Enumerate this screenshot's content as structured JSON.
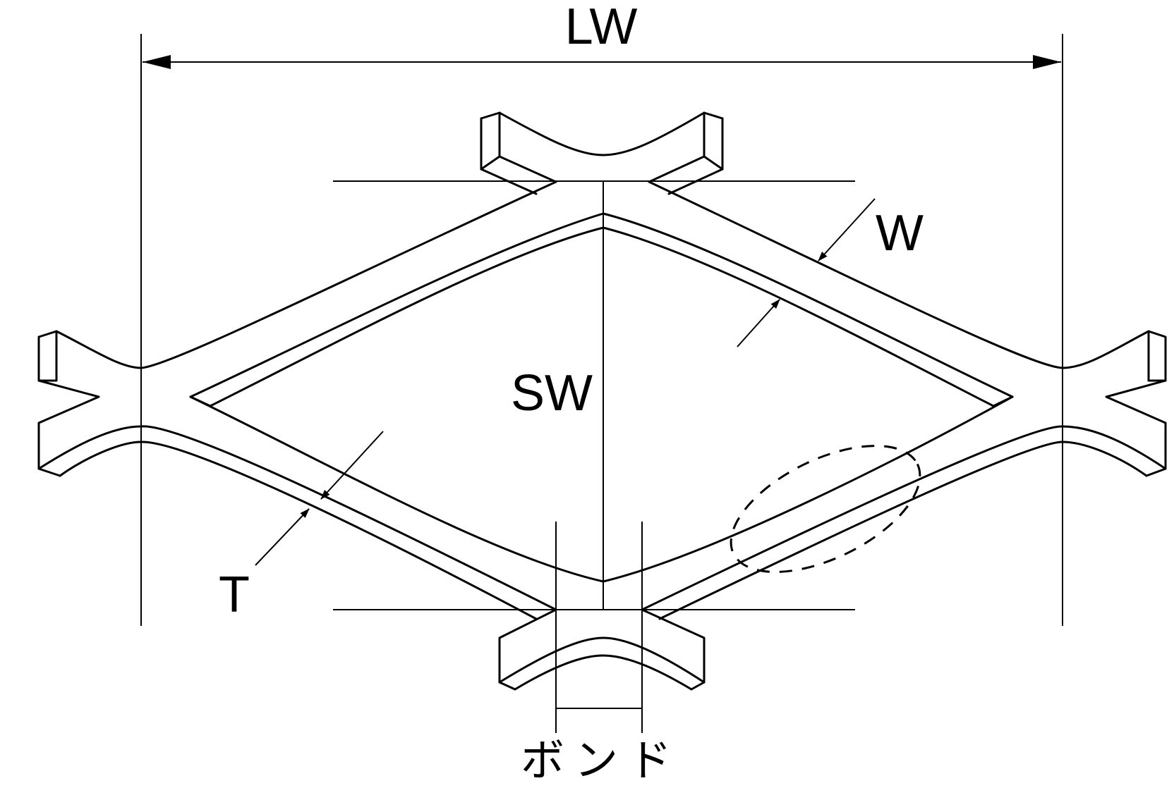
{
  "labels": {
    "lw": "LW",
    "sw": "SW",
    "w": "W",
    "t": "T",
    "bond": "ボンド"
  }
}
